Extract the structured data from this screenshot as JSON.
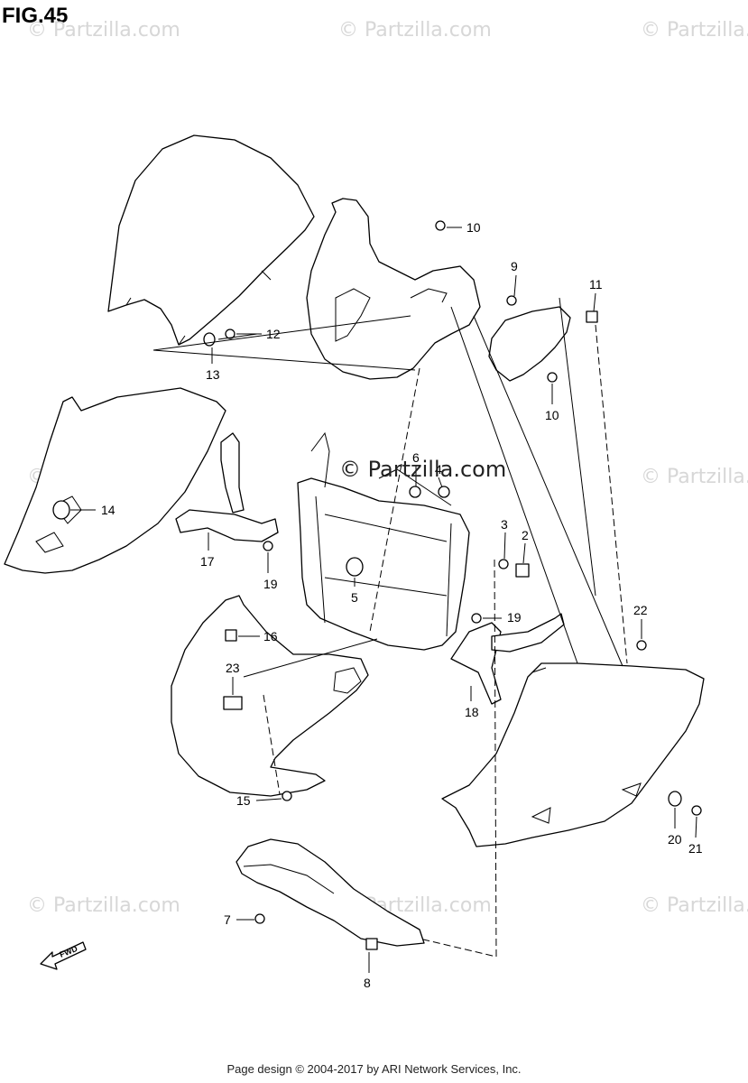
{
  "figure": {
    "title": "FIG.45"
  },
  "watermarks": {
    "repeated": "© Partzilla.com",
    "center": "© Partzilla.com"
  },
  "fwd_label": "FWD",
  "callouts": [
    {
      "id": "c1",
      "label": "10"
    },
    {
      "id": "c2",
      "label": "9"
    },
    {
      "id": "c3",
      "label": "11"
    },
    {
      "id": "c4",
      "label": "10"
    },
    {
      "id": "c5",
      "label": "12"
    },
    {
      "id": "c6",
      "label": "13"
    },
    {
      "id": "c7",
      "label": "14"
    },
    {
      "id": "c8",
      "label": "6"
    },
    {
      "id": "c9",
      "label": "4"
    },
    {
      "id": "c10",
      "label": "3"
    },
    {
      "id": "c11",
      "label": "2"
    },
    {
      "id": "c12",
      "label": "17"
    },
    {
      "id": "c13",
      "label": "19"
    },
    {
      "id": "c14",
      "label": "5"
    },
    {
      "id": "c15",
      "label": "19"
    },
    {
      "id": "c16",
      "label": "22"
    },
    {
      "id": "c17",
      "label": "16"
    },
    {
      "id": "c18",
      "label": "23"
    },
    {
      "id": "c19",
      "label": "18"
    },
    {
      "id": "c20",
      "label": "15"
    },
    {
      "id": "c21",
      "label": "20"
    },
    {
      "id": "c22",
      "label": "21"
    },
    {
      "id": "c23",
      "label": "7"
    },
    {
      "id": "c24",
      "label": "8"
    }
  ],
  "footer": {
    "text": "Page design © 2004-2017 by ARI Network Services, Inc."
  }
}
